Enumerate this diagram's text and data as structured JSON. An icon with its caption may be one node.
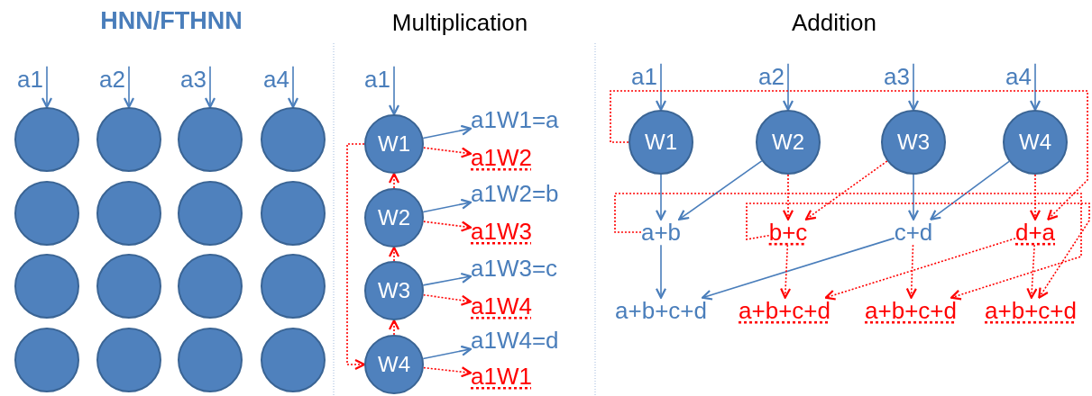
{
  "diagram": {
    "title": "HNN/FTHNN",
    "nodes": [
      {
        "text": [
          "a1"
        ]
      },
      {
        "text": [
          "a2"
        ]
      },
      {
        "text": [
          "a3"
        ]
      },
      {
        "text": [
          "a4"
        ]
      },
      {
        "text": [],
        "shape": "circle"
      },
      {
        "text": [],
        "shape": "circle"
      },
      {
        "text": [],
        "shape": "circle"
      },
      {
        "text": [],
        "shape": "circle"
      },
      {
        "text": [],
        "shape": "circle"
      },
      {
        "text": [],
        "shape": "circle"
      },
      {
        "text": [],
        "shape": "circle"
      },
      {
        "text": [],
        "shape": "circle"
      },
      {
        "text": [],
        "shape": "circle"
      },
      {
        "text": [],
        "shape": "circle"
      },
      {
        "text": [],
        "shape": "circle"
      },
      {
        "text": [],
        "shape": "circle"
      },
      {
        "text": [],
        "shape": "circle"
      },
      {
        "text": [],
        "shape": "circle"
      },
      {
        "text": [],
        "shape": "circle"
      },
      {
        "text": [],
        "shape": "circle"
      },
      {
        "text": [
          "a1"
        ]
      },
      {
        "text": [
          "W1"
        ]
      },
      {
        "text": [
          "W2"
        ]
      },
      {
        "text": [
          "W3"
        ]
      },
      {
        "text": [
          "W4"
        ]
      },
      {
        "text": [
          "a1W1=a"
        ]
      },
      {
        "text": [
          "a1W2"
        ]
      },
      {
        "text": [
          "a1W2=b"
        ]
      },
      {
        "text": [
          "a1W3"
        ]
      },
      {
        "text": [
          "a1W3=c"
        ]
      },
      {
        "text": [
          "a1W4"
        ]
      },
      {
        "text": [
          "a1W4=d"
        ]
      },
      {
        "text": [
          "a1W1"
        ]
      },
      {
        "text": [
          "a1"
        ]
      },
      {
        "text": [
          "a2"
        ]
      },
      {
        "text": [
          "a3"
        ]
      },
      {
        "text": [
          "a4"
        ]
      },
      {
        "text": [
          "W1"
        ]
      },
      {
        "text": [
          "W2"
        ]
      },
      {
        "text": [
          "W3"
        ]
      },
      {
        "text": [
          "W4"
        ]
      },
      {
        "text": [
          "a+b"
        ]
      },
      {
        "text": [
          "b+c"
        ]
      },
      {
        "text": [
          "c+d"
        ]
      },
      {
        "text": [
          "d+a"
        ]
      },
      {
        "text": [
          "a+b+c+d"
        ]
      },
      {
        "text": [
          "a+b+c+d"
        ]
      },
      {
        "text": [
          "a+b+c+d"
        ]
      },
      {
        "text": [
          "a+b+c+d"
        ]
      }
    ],
    "edges": [
      {
        "from": 0,
        "to": 4,
        "arrow": "to"
      },
      {
        "from": 1,
        "to": 5,
        "arrow": "to"
      },
      {
        "from": 2,
        "to": 6,
        "arrow": "to"
      },
      {
        "from": 3,
        "to": 7,
        "arrow": "to"
      },
      {
        "from": 20,
        "to": 21,
        "arrow": "to"
      },
      {
        "from": 21,
        "to": 25,
        "arrow": "to"
      },
      {
        "from": 21,
        "to": 26,
        "arrow": "to",
        "style": "dashed",
        "color": "#ff0000"
      },
      {
        "from": 22,
        "to": 27,
        "arrow": "to"
      },
      {
        "from": 22,
        "to": 28,
        "arrow": "to",
        "style": "dashed",
        "color": "#ff0000"
      },
      {
        "from": 23,
        "to": 29,
        "arrow": "to"
      },
      {
        "from": 23,
        "to": 30,
        "arrow": "to",
        "style": "dashed",
        "color": "#ff0000"
      },
      {
        "from": 24,
        "to": 31,
        "arrow": "to"
      },
      {
        "from": 24,
        "to": 32,
        "arrow": "to",
        "style": "dashed",
        "color": "#ff0000"
      },
      {
        "from": 22,
        "to": 21,
        "arrow": "to",
        "style": "dashed",
        "color": "#ff0000"
      },
      {
        "from": 23,
        "to": 22,
        "arrow": "to",
        "style": "dashed",
        "color": "#ff0000"
      },
      {
        "from": 24,
        "to": 23,
        "arrow": "to",
        "style": "dashed",
        "color": "#ff0000"
      },
      {
        "from": 21,
        "to": 24,
        "arrow": "to",
        "style": "dashed",
        "color": "#ff0000"
      },
      {
        "from": 33,
        "to": 37,
        "arrow": "to"
      },
      {
        "from": 34,
        "to": 38,
        "arrow": "to"
      },
      {
        "from": 35,
        "to": 39,
        "arrow": "to"
      },
      {
        "from": 36,
        "to": 40,
        "arrow": "to"
      },
      {
        "from": 37,
        "to": 41,
        "arrow": "to"
      },
      {
        "from": 38,
        "to": 41,
        "arrow": "to"
      },
      {
        "from": 39,
        "to": 43,
        "arrow": "to"
      },
      {
        "from": 40,
        "to": 43,
        "arrow": "to"
      },
      {
        "from": 38,
        "to": 42,
        "arrow": "to",
        "style": "dashed",
        "color": "#ff0000"
      },
      {
        "from": 39,
        "to": 42,
        "arrow": "to",
        "style": "dashed",
        "color": "#ff0000"
      },
      {
        "from": 40,
        "to": 44,
        "arrow": "to",
        "style": "dashed",
        "color": "#ff0000"
      },
      {
        "from": 37,
        "to": 44,
        "arrow": "to",
        "style": "dashed",
        "color": "#ff0000"
      },
      {
        "from": 41,
        "to": 45,
        "arrow": "to"
      },
      {
        "from": 43,
        "to": 45,
        "arrow": "to"
      },
      {
        "from": 42,
        "to": 46,
        "arrow": "to",
        "style": "dashed",
        "color": "#ff0000"
      },
      {
        "from": 44,
        "to": 46,
        "arrow": "to",
        "style": "dashed",
        "color": "#ff0000"
      },
      {
        "from": 43,
        "to": 47,
        "arrow": "to",
        "style": "dashed",
        "color": "#ff0000"
      },
      {
        "from": 41,
        "to": 47,
        "arrow": "to",
        "style": "dashed",
        "color": "#ff0000"
      },
      {
        "from": 44,
        "to": 48,
        "arrow": "to",
        "style": "dashed",
        "color": "#ff0000"
      },
      {
        "from": 42,
        "to": 48,
        "arrow": "to",
        "style": "dashed",
        "color": "#ff0000"
      }
    ],
    "labels": [
      "Multiplication",
      "Addition"
    ]
  }
}
